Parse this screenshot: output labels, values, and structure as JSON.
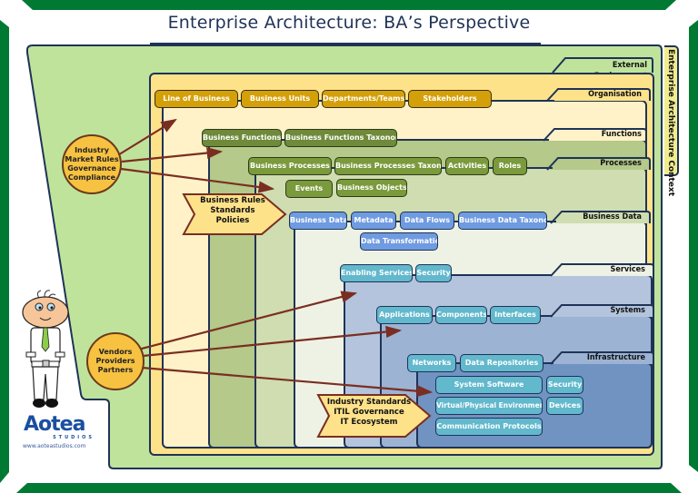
{
  "title": "Enterprise Architecture: BA’s Perspective",
  "colors": {
    "frame_green": "#007a33",
    "external": "#c0e39c",
    "organisation": "#fde28a",
    "org_inner": "#fff2c8",
    "functions": "#b4c98a",
    "processes": "#cfddb0",
    "business_data": "#eef2e4",
    "services": "#b3c4dc",
    "systems": "#9db3d4",
    "infrastructure": "#7093c2",
    "border": "#1f3357",
    "arrow": "#7a2e22"
  },
  "context_label": "Enterprise Architecture Context",
  "layers": {
    "external": "External Environment",
    "organisation": "Organisation",
    "functions": "Functions",
    "processes": "Processes",
    "business_data": "Business Data",
    "services": "Services",
    "systems": "Systems",
    "infrastructure": "Infrastructure"
  },
  "organisation_items": [
    "Line of Business",
    "Business Units",
    "Departments/Teams",
    "Stakeholders"
  ],
  "function_items": [
    "Business Functions",
    "Business Functions Taxonomy"
  ],
  "process_items": [
    "Business Processes",
    "Business Processes Taxonomy",
    "Activities",
    "Roles"
  ],
  "process_items_row2": [
    "Events",
    "Business Objects"
  ],
  "data_items": [
    "Business Data",
    "Metadata",
    "Data Flows",
    "Business Data Taxonomy"
  ],
  "data_items_row2": [
    "Data Transformation"
  ],
  "service_items": [
    "Enabling Services",
    "Security"
  ],
  "system_items": [
    "Applications",
    "Components",
    "Interfaces"
  ],
  "infra_items": [
    "Networks",
    "Data Repositories"
  ],
  "infra_inner_items": [
    "System Software",
    "Security",
    "Virtual/Physical Environments",
    "Devices",
    "Communication Protocols"
  ],
  "influences": {
    "industry": [
      "Industry",
      "Market Rules",
      "Governance",
      "Compliance"
    ],
    "vendors": [
      "Vendors",
      "Providers",
      "Partners"
    ]
  },
  "callouts": {
    "business_rules": [
      "Business Rules",
      "Standards",
      "Policies"
    ],
    "industry_standards": [
      "Industry Standards",
      "ITIL Governance",
      "IT Ecosystem"
    ]
  },
  "logo": {
    "name": "Aotea",
    "sub": "STUDIOS",
    "url": "www.aoteastudios.com"
  }
}
